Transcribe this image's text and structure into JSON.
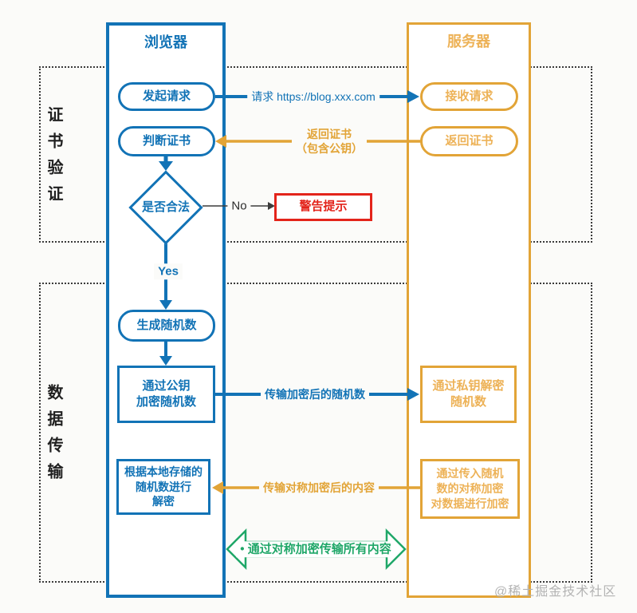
{
  "lanes": {
    "browser": {
      "title": "浏览器"
    },
    "server": {
      "title": "服务器"
    }
  },
  "sections": {
    "cert": {
      "label": "证书验证"
    },
    "data": {
      "label": "数据传输"
    }
  },
  "nodes": {
    "initiate_request": {
      "label": "发起请求"
    },
    "receive_request": {
      "label": "接收请求"
    },
    "judge_certificate": {
      "label": "判断证书"
    },
    "return_certificate": {
      "label": "返回证书"
    },
    "legality_check": {
      "label": "是否合法"
    },
    "warning_alert": {
      "label": "警告提示"
    },
    "generate_random": {
      "label": "生成随机数"
    },
    "public_key_encrypt": {
      "label": "通过公钥\n加密随机数"
    },
    "private_key_decrypt": {
      "label": "通过私钥解密\n随机数"
    },
    "local_decrypt": {
      "label": "根据本地存储的\n随机数进行\n解密"
    },
    "symmetric_encrypt": {
      "label": "通过传入随机\n数的对称加密\n对数据进行加密"
    }
  },
  "edges": {
    "request": {
      "label": "请求 https://blog.xxx.com"
    },
    "return_cert": {
      "label": "返回证书\n（包含公钥）"
    },
    "no": {
      "label": "No"
    },
    "yes": {
      "label": "Yes"
    },
    "encrypted_random": {
      "label": "传输加密后的随机数"
    },
    "symmetric_content": {
      "label": "传输对称加密后的内容"
    },
    "symmetric_all": {
      "label": "• 通过对称加密传输所有内容"
    }
  },
  "colors": {
    "blue": "#1273b6",
    "gold_border": "#e2a437",
    "gold_text": "#edb257",
    "red": "#e3241b",
    "green": "#1fa768",
    "ink": "#3a3a3a",
    "watermark": "#b3b3b3"
  },
  "watermark": {
    "text": "@稀土掘金技术社区"
  }
}
